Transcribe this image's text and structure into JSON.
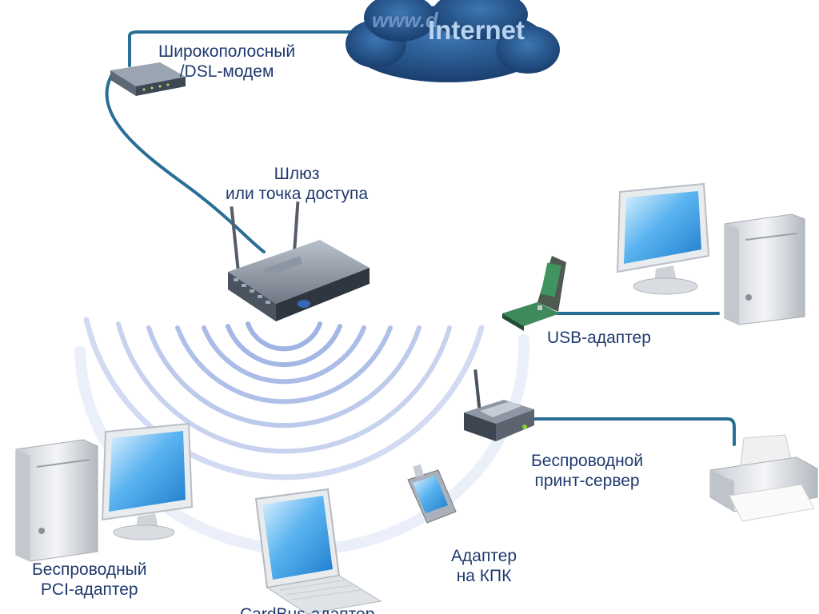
{
  "cloud": {
    "url_text": "www.d",
    "label": "Internet"
  },
  "labels": {
    "modem": [
      "Широкополосный",
      "/DSL-модем"
    ],
    "gateway": [
      "Шлюз",
      "или точка доступа"
    ],
    "usb": [
      "USB-адаптер"
    ],
    "print_server": [
      "Беспроводной",
      "принт-сервер"
    ],
    "pda": [
      "Адаптер",
      "на КПК"
    ],
    "pci": [
      "Беспроводный",
      "PCI-адаптер"
    ],
    "cardbus_partial": "CardBus-адаптер"
  },
  "colors": {
    "cloud": "#1f4e86",
    "cable": "#2a6e95",
    "waves": "#8fa6df",
    "label_text": "#1f3a6e",
    "screen": "#4aa6e8"
  },
  "icons": [
    "cloud-icon",
    "modem-icon",
    "router-icon",
    "usb-adapter-icon",
    "desktop-computer-icon",
    "print-server-icon",
    "printer-icon",
    "pda-icon",
    "laptop-icon"
  ]
}
